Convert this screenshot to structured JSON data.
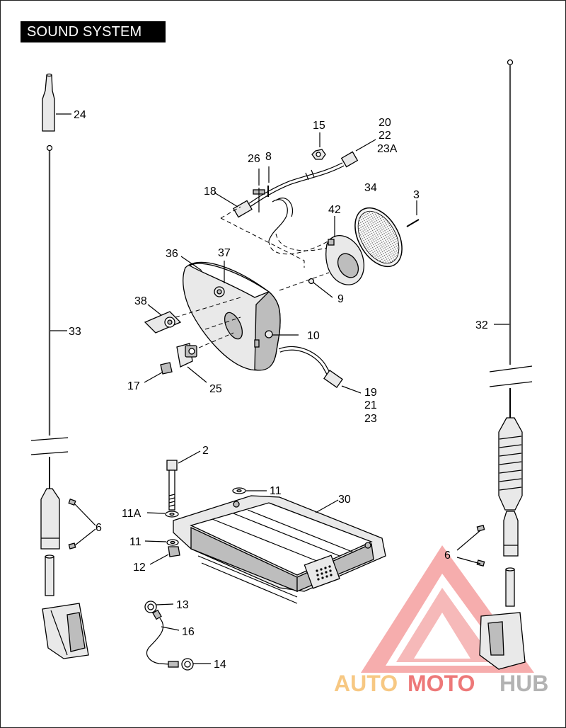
{
  "title": "SOUND SYSTEM",
  "callouts": [
    {
      "id": "24",
      "text": "24"
    },
    {
      "id": "33",
      "text": "33"
    },
    {
      "id": "6a",
      "text": "6"
    },
    {
      "id": "15",
      "text": "15"
    },
    {
      "id": "20",
      "text": "20"
    },
    {
      "id": "22",
      "text": "22"
    },
    {
      "id": "23A",
      "text": "23A"
    },
    {
      "id": "26",
      "text": "26"
    },
    {
      "id": "8",
      "text": "8"
    },
    {
      "id": "18",
      "text": "18"
    },
    {
      "id": "34",
      "text": "34"
    },
    {
      "id": "3",
      "text": "3"
    },
    {
      "id": "42",
      "text": "42"
    },
    {
      "id": "36",
      "text": "36"
    },
    {
      "id": "37",
      "text": "37"
    },
    {
      "id": "9",
      "text": "9"
    },
    {
      "id": "38",
      "text": "38"
    },
    {
      "id": "10",
      "text": "10"
    },
    {
      "id": "17",
      "text": "17"
    },
    {
      "id": "25",
      "text": "25"
    },
    {
      "id": "19",
      "text": "19"
    },
    {
      "id": "21",
      "text": "21"
    },
    {
      "id": "23",
      "text": "23"
    },
    {
      "id": "32",
      "text": "32"
    },
    {
      "id": "2",
      "text": "2"
    },
    {
      "id": "11a",
      "text": "11"
    },
    {
      "id": "30",
      "text": "30"
    },
    {
      "id": "11A",
      "text": "11A"
    },
    {
      "id": "11b",
      "text": "11"
    },
    {
      "id": "12",
      "text": "12"
    },
    {
      "id": "13",
      "text": "13"
    },
    {
      "id": "16",
      "text": "16"
    },
    {
      "id": "14",
      "text": "14"
    },
    {
      "id": "6b",
      "text": "6"
    }
  ],
  "watermark": {
    "part1": "AUTO",
    "part2": "MOTO",
    "part3": "HUB",
    "color1": "#f5b65a",
    "color2": "#e84b4b",
    "color3": "#9a9a9a"
  }
}
